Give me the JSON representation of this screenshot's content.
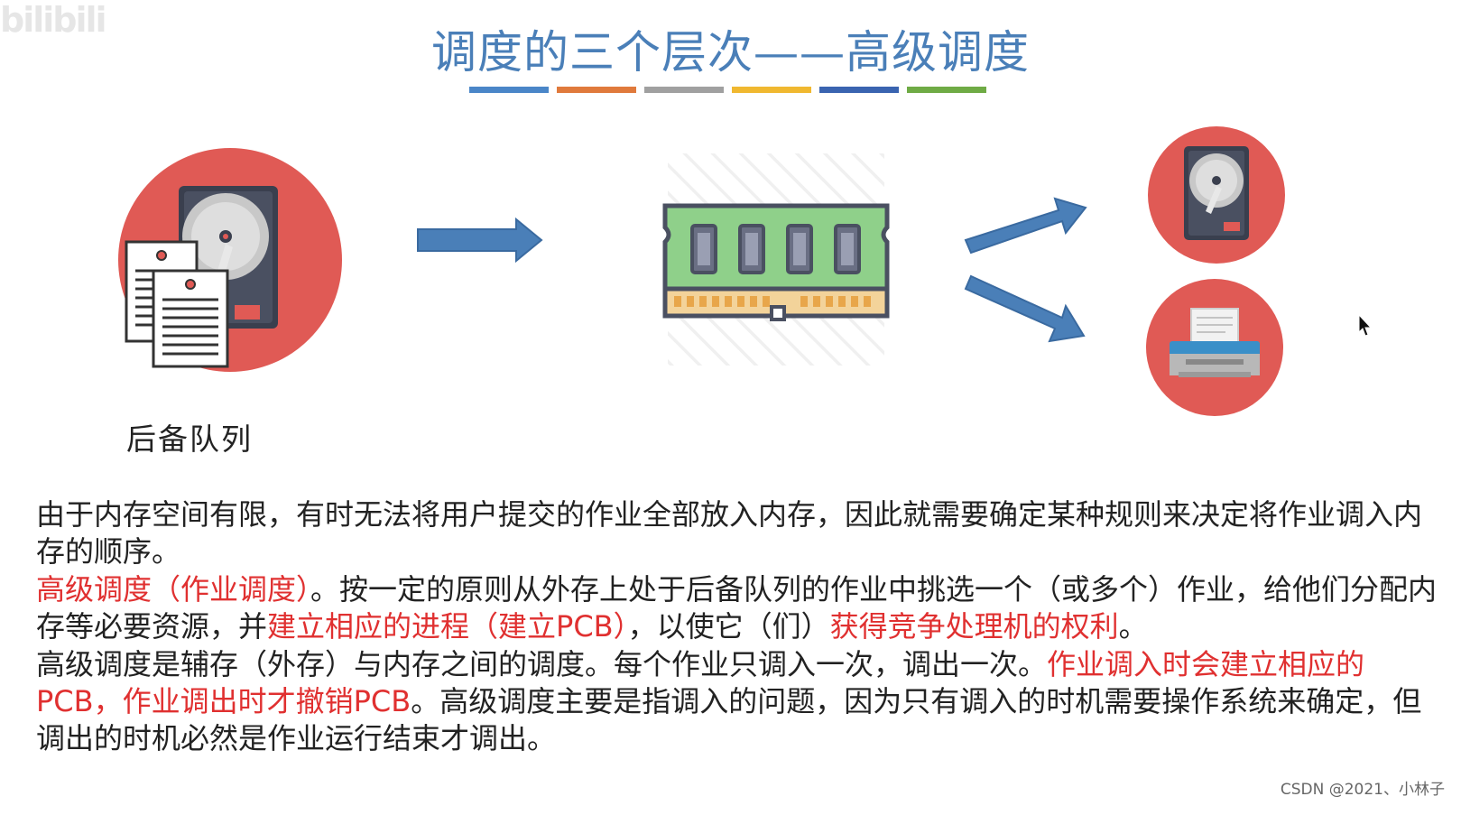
{
  "logo": {
    "text": "bilibili"
  },
  "title": "调度的三个层次——高级调度",
  "colors": {
    "title": "#4a7fb8",
    "bars": [
      "#4a86c8",
      "#e07a3c",
      "#a0a0a0",
      "#f0b830",
      "#3a64b0",
      "#6fab45"
    ],
    "circle": "#e05a55",
    "arrow": "#4a7fb8",
    "highlight": "#e03030"
  },
  "illustration": {
    "left_icon": "hard-disk-with-documents-icon",
    "center_icon": "memory-module-icon",
    "right_top_icon": "hard-disk-icon",
    "right_bottom_icon": "printer-icon",
    "backlog_label": "后备队列"
  },
  "paragraphs": {
    "p1": "由于内存空间有限，有时无法将用户提交的作业全部放入内存，因此就需要确定某种规则来决定将作业调入内存的顺序。",
    "p2_a": "高级调度（作业调度）",
    "p2_b": "。按一定的原则从外存上处于后备队列的作业中挑选一个（或多个）作业，给他们分配内存等必要资源，并",
    "p2_c": "建立相应的进程（建立PCB）",
    "p2_d": "，以使它（们）",
    "p2_e": "获得竞争处理机的权利",
    "p2_f": "。",
    "p3_a": "高级调度是辅存（外存）与内存之间的调度。每个作业只调入一次，调出一次。",
    "p3_b": "作业调入时会建立相应的PCB，作业调出时才撤销PCB",
    "p3_c": "。高级调度主要是指调入的问题，因为只有调入的时机需要操作系统来确定，但调出的时机必然是作业运行结束才调出。"
  },
  "watermark": "CSDN @2021、小林子"
}
